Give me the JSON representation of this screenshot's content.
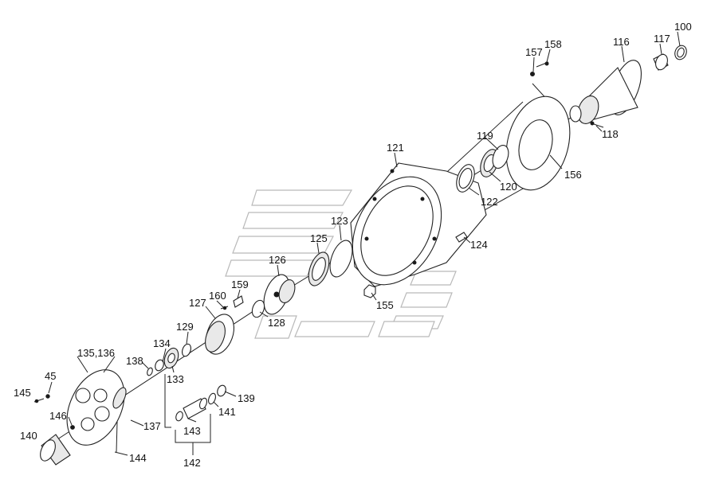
{
  "callouts": {
    "c100": "100",
    "c116": "116",
    "c117": "117",
    "c157": "157",
    "c158": "158",
    "c118": "118",
    "c119": "119",
    "c156": "156",
    "c120": "120",
    "c121": "121",
    "c122": "122",
    "c123": "123",
    "c124": "124",
    "c125": "125",
    "c126": "126",
    "c155": "155",
    "c159": "159",
    "c160": "160",
    "c127": "127",
    "c128": "128",
    "c129": "129",
    "c134": "134",
    "c133": "133",
    "c135_136": "135,136",
    "c138": "138",
    "c45": "45",
    "c145": "145",
    "c146": "146",
    "c137": "137",
    "c140": "140",
    "c144": "144",
    "c143": "143",
    "c142": "142",
    "c141": "141",
    "c139": "139"
  },
  "colors": {
    "line": "#222222",
    "fill": "#ffffff",
    "watermark": "#b9b9b9"
  }
}
